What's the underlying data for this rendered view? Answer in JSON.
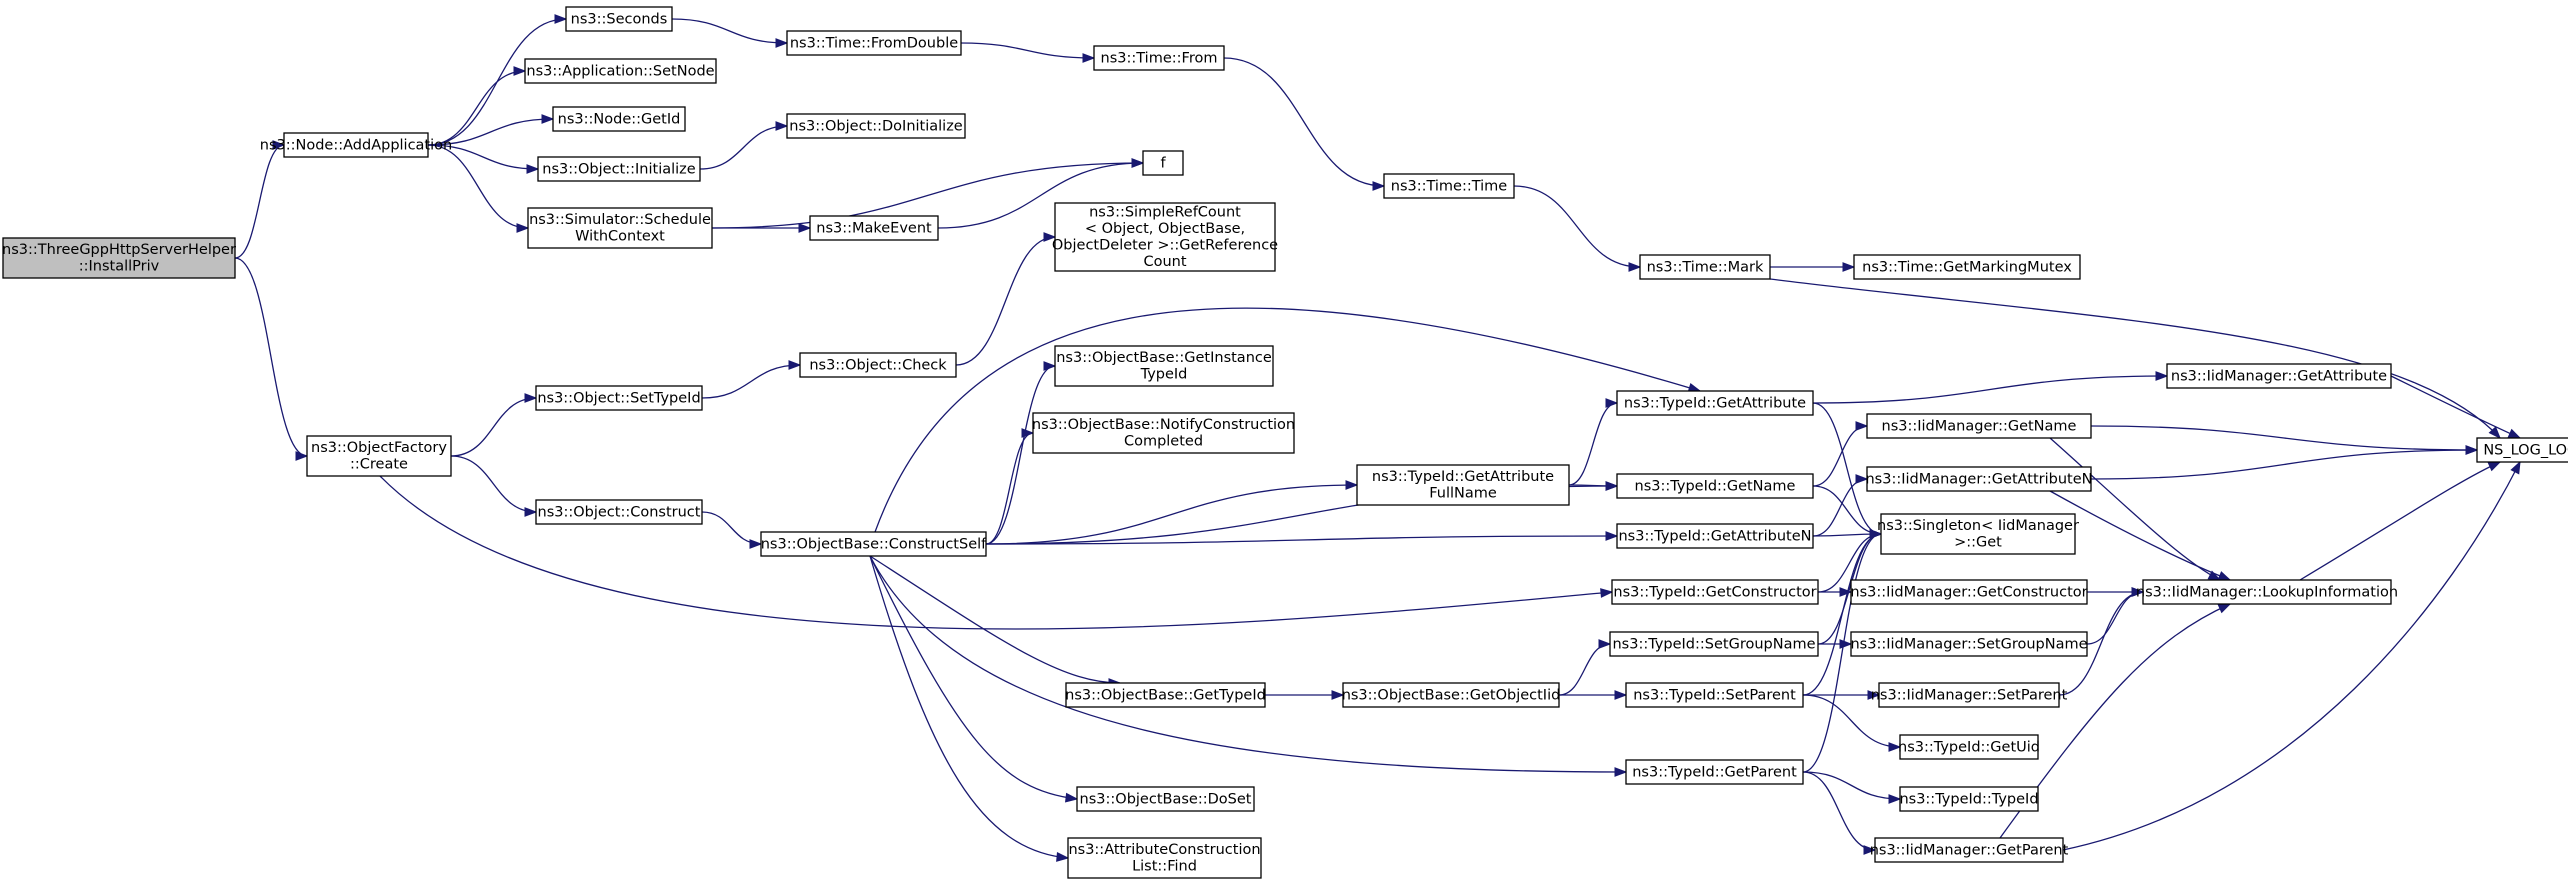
{
  "diagram": {
    "nodes": [
      {
        "id": "n0",
        "lines": [
          "ns3::ThreeGppHttpServerHelper",
          "::InstallPriv"
        ],
        "root": true
      },
      {
        "id": "n1",
        "lines": [
          "ns3::Node::AddApplication"
        ]
      },
      {
        "id": "n2",
        "lines": [
          "ns3::ObjectFactory",
          "::Create"
        ]
      },
      {
        "id": "n3",
        "lines": [
          "ns3::Seconds"
        ]
      },
      {
        "id": "n4",
        "lines": [
          "ns3::Application::SetNode"
        ]
      },
      {
        "id": "n5",
        "lines": [
          "ns3::Node::GetId"
        ]
      },
      {
        "id": "n6",
        "lines": [
          "ns3::Object::Initialize"
        ]
      },
      {
        "id": "n7",
        "lines": [
          "ns3::Simulator::Schedule",
          "WithContext"
        ]
      },
      {
        "id": "n8",
        "lines": [
          "ns3::Time::FromDouble"
        ]
      },
      {
        "id": "n9",
        "lines": [
          "ns3::Object::DoInitialize"
        ]
      },
      {
        "id": "n10",
        "lines": [
          "f"
        ]
      },
      {
        "id": "n11",
        "lines": [
          "ns3::MakeEvent"
        ]
      },
      {
        "id": "n12",
        "lines": [
          "ns3::Time::From"
        ]
      },
      {
        "id": "n13",
        "lines": [
          "ns3::Time::Time"
        ]
      },
      {
        "id": "n14",
        "lines": [
          "ns3::Time::Mark"
        ]
      },
      {
        "id": "n15",
        "lines": [
          "ns3::Time::GetMarkingMutex"
        ]
      },
      {
        "id": "n16",
        "lines": [
          "NS_LOG_LOGIC"
        ]
      },
      {
        "id": "n17",
        "lines": [
          "ns3::Object::SetTypeId"
        ]
      },
      {
        "id": "n18",
        "lines": [
          "ns3::Object::Construct"
        ]
      },
      {
        "id": "n19",
        "lines": [
          "ns3::Object::Check"
        ]
      },
      {
        "id": "n20",
        "lines": [
          "ns3::SimpleRefCount",
          "< Object, ObjectBase,",
          "ObjectDeleter >::GetReference",
          "Count"
        ]
      },
      {
        "id": "n21",
        "lines": [
          "ns3::ObjectBase::ConstructSelf"
        ]
      },
      {
        "id": "n22",
        "lines": [
          "ns3::ObjectBase::GetInstance",
          "TypeId"
        ]
      },
      {
        "id": "n23",
        "lines": [
          "ns3::ObjectBase::NotifyConstruction",
          "Completed"
        ]
      },
      {
        "id": "n24",
        "lines": [
          "ns3::TypeId::GetAttribute",
          "FullName"
        ]
      },
      {
        "id": "n25",
        "lines": [
          "ns3::TypeId::GetAttribute"
        ]
      },
      {
        "id": "n26",
        "lines": [
          "ns3::TypeId::GetName"
        ]
      },
      {
        "id": "n27",
        "lines": [
          "ns3::TypeId::GetAttributeN"
        ]
      },
      {
        "id": "n28",
        "lines": [
          "ns3::TypeId::GetConstructor"
        ]
      },
      {
        "id": "n29",
        "lines": [
          "ns3::TypeId::SetGroupName"
        ]
      },
      {
        "id": "n30",
        "lines": [
          "ns3::TypeId::SetParent"
        ]
      },
      {
        "id": "n31",
        "lines": [
          "ns3::TypeId::GetParent"
        ]
      },
      {
        "id": "n32",
        "lines": [
          "ns3::ObjectBase::GetTypeId"
        ]
      },
      {
        "id": "n33",
        "lines": [
          "ns3::ObjectBase::GetObjectIid"
        ]
      },
      {
        "id": "n34",
        "lines": [
          "ns3::ObjectBase::DoSet"
        ]
      },
      {
        "id": "n35",
        "lines": [
          "ns3::AttributeConstruction",
          "List::Find"
        ]
      },
      {
        "id": "n36",
        "lines": [
          "ns3::IidManager::GetAttribute"
        ]
      },
      {
        "id": "n37",
        "lines": [
          "ns3::IidManager::GetName"
        ]
      },
      {
        "id": "n38",
        "lines": [
          "ns3::IidManager::GetAttributeN"
        ]
      },
      {
        "id": "n39",
        "lines": [
          "ns3::Singleton< IidManager",
          ">::Get"
        ]
      },
      {
        "id": "n40",
        "lines": [
          "ns3::IidManager::GetConstructor"
        ]
      },
      {
        "id": "n41",
        "lines": [
          "ns3::IidManager::LookupInformation"
        ]
      },
      {
        "id": "n42",
        "lines": [
          "ns3::IidManager::SetGroupName"
        ]
      },
      {
        "id": "n43",
        "lines": [
          "ns3::IidManager::SetParent"
        ]
      },
      {
        "id": "n44",
        "lines": [
          "ns3::TypeId::GetUid"
        ]
      },
      {
        "id": "n45",
        "lines": [
          "ns3::TypeId::TypeId"
        ]
      },
      {
        "id": "n46",
        "lines": [
          "ns3::IidManager::GetParent"
        ]
      }
    ],
    "edges": [
      [
        "n0",
        "n1"
      ],
      [
        "n0",
        "n2"
      ],
      [
        "n1",
        "n3"
      ],
      [
        "n1",
        "n4"
      ],
      [
        "n1",
        "n5"
      ],
      [
        "n1",
        "n6"
      ],
      [
        "n1",
        "n7"
      ],
      [
        "n3",
        "n8"
      ],
      [
        "n8",
        "n12"
      ],
      [
        "n12",
        "n13"
      ],
      [
        "n13",
        "n14"
      ],
      [
        "n14",
        "n15"
      ],
      [
        "n14",
        "n16"
      ],
      [
        "n6",
        "n9"
      ],
      [
        "n7",
        "n10"
      ],
      [
        "n7",
        "n11"
      ],
      [
        "n11",
        "n10"
      ],
      [
        "n2",
        "n17"
      ],
      [
        "n2",
        "n18"
      ],
      [
        "n2",
        "n28"
      ],
      [
        "n17",
        "n19"
      ],
      [
        "n19",
        "n20"
      ],
      [
        "n18",
        "n21"
      ],
      [
        "n21",
        "n25"
      ],
      [
        "n21",
        "n22"
      ],
      [
        "n21",
        "n23"
      ],
      [
        "n21",
        "n24"
      ],
      [
        "n21",
        "n26"
      ],
      [
        "n21",
        "n27"
      ],
      [
        "n21",
        "n32"
      ],
      [
        "n21",
        "n31"
      ],
      [
        "n21",
        "n34"
      ],
      [
        "n21",
        "n35"
      ],
      [
        "n24",
        "n25"
      ],
      [
        "n24",
        "n26"
      ],
      [
        "n25",
        "n36"
      ],
      [
        "n25",
        "n39"
      ],
      [
        "n36",
        "n16"
      ],
      [
        "n26",
        "n37"
      ],
      [
        "n26",
        "n39"
      ],
      [
        "n37",
        "n16"
      ],
      [
        "n37",
        "n41"
      ],
      [
        "n27",
        "n38"
      ],
      [
        "n27",
        "n39"
      ],
      [
        "n38",
        "n16"
      ],
      [
        "n38",
        "n41"
      ],
      [
        "n28",
        "n39"
      ],
      [
        "n28",
        "n40"
      ],
      [
        "n40",
        "n41"
      ],
      [
        "n29",
        "n39"
      ],
      [
        "n29",
        "n42"
      ],
      [
        "n42",
        "n41"
      ],
      [
        "n30",
        "n39"
      ],
      [
        "n30",
        "n43"
      ],
      [
        "n30",
        "n44"
      ],
      [
        "n43",
        "n41"
      ],
      [
        "n31",
        "n39"
      ],
      [
        "n31",
        "n45"
      ],
      [
        "n31",
        "n46"
      ],
      [
        "n46",
        "n41"
      ],
      [
        "n46",
        "n16"
      ],
      [
        "n32",
        "n33"
      ],
      [
        "n33",
        "n29"
      ],
      [
        "n33",
        "n30"
      ],
      [
        "n41",
        "n16"
      ]
    ]
  }
}
